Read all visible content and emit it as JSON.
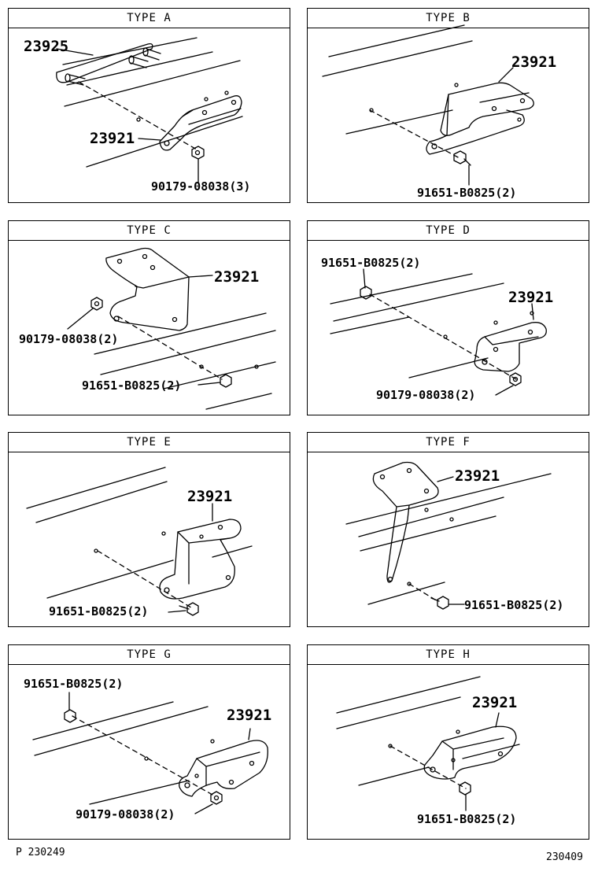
{
  "panels": [
    {
      "title": "TYPE A",
      "labels": [
        "23925",
        "23921",
        "90179-08038(3)"
      ]
    },
    {
      "title": "TYPE B",
      "labels": [
        "23921",
        "91651-B0825(2)"
      ]
    },
    {
      "title": "TYPE C",
      "labels": [
        "23921",
        "90179-08038(2)",
        "91651-B0825(2)"
      ]
    },
    {
      "title": "TYPE D",
      "labels": [
        "91651-B0825(2)",
        "23921",
        "90179-08038(2)"
      ]
    },
    {
      "title": "TYPE E",
      "labels": [
        "23921",
        "91651-B0825(2)"
      ]
    },
    {
      "title": "TYPE F",
      "labels": [
        "23921",
        "91651-B0825(2)"
      ]
    },
    {
      "title": "TYPE G",
      "labels": [
        "91651-B0825(2)",
        "23921",
        "90179-08038(2)"
      ]
    },
    {
      "title": "TYPE H",
      "labels": [
        "23921",
        "91651-B0825(2)"
      ]
    }
  ],
  "footer": {
    "left": "P 230249",
    "right": "230409"
  }
}
